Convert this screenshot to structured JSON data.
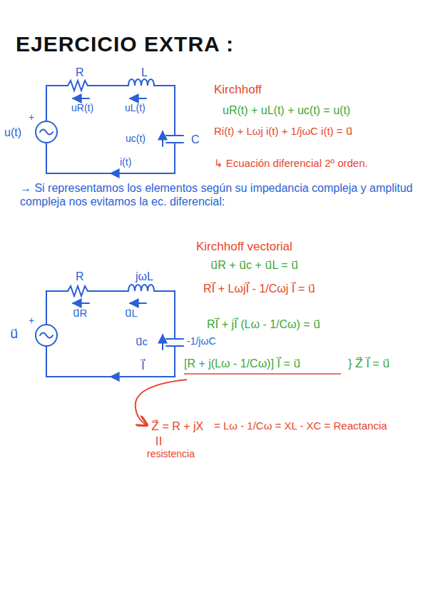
{
  "diagram": {
    "title": "EJERCICIO EXTRA :",
    "labels": [
      "R",
      "L",
      "uR(t)",
      "uL(t)",
      "+",
      "u(t)",
      "uc(t)",
      "C",
      "i(t)",
      "Kirchhoff",
      "uR(t) + uL(t) + uc(t) = u(t)",
      "Ri(t) + Lωj i(t) + 1/jωC i(t) = u⃗",
      "↳ Ecuación diferencial 2º orden.",
      "→ Si representamos los elementos según su impedancia compleja y amplitud compleja nos evitamos la ec. diferencial:",
      "R",
      "jωL",
      "u⃗R",
      "u⃗L",
      "+",
      "u⃗",
      "u⃗c",
      "-1/jωC",
      "I⃗",
      "Kirchhoff vectorial",
      "u⃗R + u⃗c + u⃗L = u⃗",
      "RI⃗ + LωjI⃗ - 1/Cωj I⃗ = u⃗",
      "RI⃗ + jI⃗ (Lω - 1/Cω) = u⃗",
      "[R + j(Lω - 1/Cω)] I⃗ = u⃗",
      "} Z⃗ I⃗ = u⃗",
      "Z⃗ = R + jX",
      "= Lω - 1/Cω = XL - XC = Reactancia",
      "resistencia"
    ]
  }
}
